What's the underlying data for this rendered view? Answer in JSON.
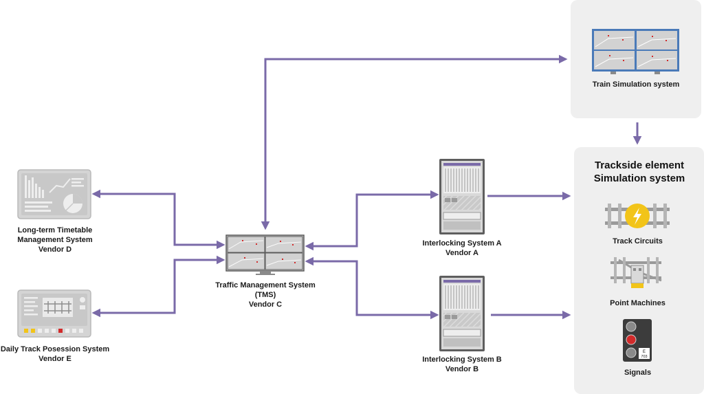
{
  "colors": {
    "arrow": "#7a6aa8",
    "panel": "#efefef",
    "device": "#d2d2d2",
    "screen": "#4a7ab8",
    "accent_yellow": "#f2c419",
    "signal_red": "#d22a2a"
  },
  "nodes": {
    "timetable": {
      "line1": "Long-term Timetable",
      "line2": "Management System",
      "line3": "Vendor D",
      "icon": "dashboard-chart-icon"
    },
    "possession": {
      "line1": "Daily Track Posession System",
      "line2": "Vendor E",
      "icon": "control-panel-icon"
    },
    "tms": {
      "line1": "Traffic Management System",
      "line2": "(TMS)",
      "line3": "Vendor C",
      "icon": "video-wall-icon"
    },
    "interlocking_a": {
      "line1": "Interlocking System A",
      "line2": "Vendor A",
      "icon": "server-rack-icon"
    },
    "interlocking_b": {
      "line1": "Interlocking System B",
      "line2": "Vendor B",
      "icon": "server-rack-icon"
    },
    "train_sim": {
      "label": "Train Simulation system",
      "icon": "video-wall-icon"
    },
    "trackside": {
      "title_line1": "Trackside element",
      "title_line2": "Simulation system",
      "track_circuits": "Track Circuits",
      "point_machines": "Point Machines",
      "signals": "Signals",
      "signal_plate_top": "E",
      "signal_plate_bottom": "703"
    }
  }
}
